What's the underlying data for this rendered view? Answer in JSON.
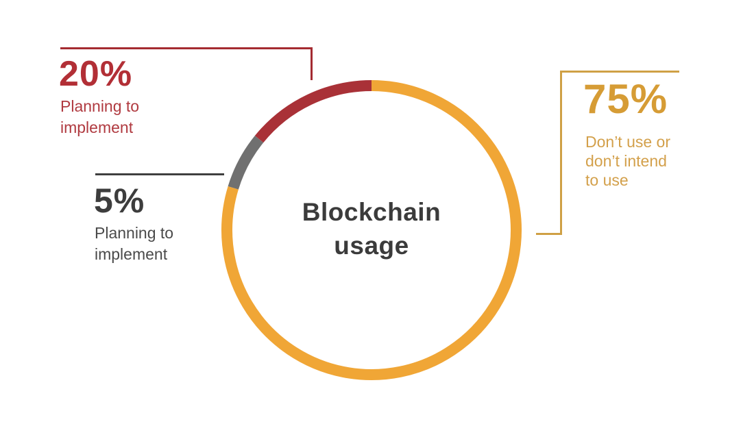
{
  "background": "#ffffff",
  "chart_data": {
    "type": "pie",
    "variant": "donut-ring",
    "title": "Blockchain usage",
    "title_lines": [
      "Blockchain",
      "usage"
    ],
    "title_color": "#3b3b3b",
    "legend_position": "external-callouts",
    "segments": [
      {
        "label": "Planning to implement",
        "value_pct": 20,
        "color": "#a93137",
        "drawn_start_deg": 90,
        "drawn_end_deg": 141
      },
      {
        "label": "Planning to implement",
        "value_pct": 5,
        "color": "#707070",
        "drawn_start_deg": 141,
        "drawn_end_deg": 163
      },
      {
        "label": "Don’t use or don’t intend to use",
        "value_pct": 75,
        "color": "#f0a636",
        "drawn_start_deg": 163,
        "drawn_end_deg": 450
      }
    ]
  },
  "callouts": [
    {
      "pct": "20%",
      "label_lines": [
        "Planning to",
        "implement"
      ],
      "pct_color": "#b22f36",
      "label_color": "#b03a40",
      "line_color": "#a42b31"
    },
    {
      "pct": "5%",
      "label_lines": [
        "Planning to",
        "implement"
      ],
      "pct_color": "#3d3d3d",
      "label_color": "#4a4a4a",
      "line_color": "#3f3f3f"
    },
    {
      "pct": "75%",
      "label_lines": [
        "Don’t use or",
        "don’t intend",
        "to use"
      ],
      "pct_color": "#d69c35",
      "label_color": "#d3a04b",
      "line_color": "#cfa045"
    }
  ]
}
